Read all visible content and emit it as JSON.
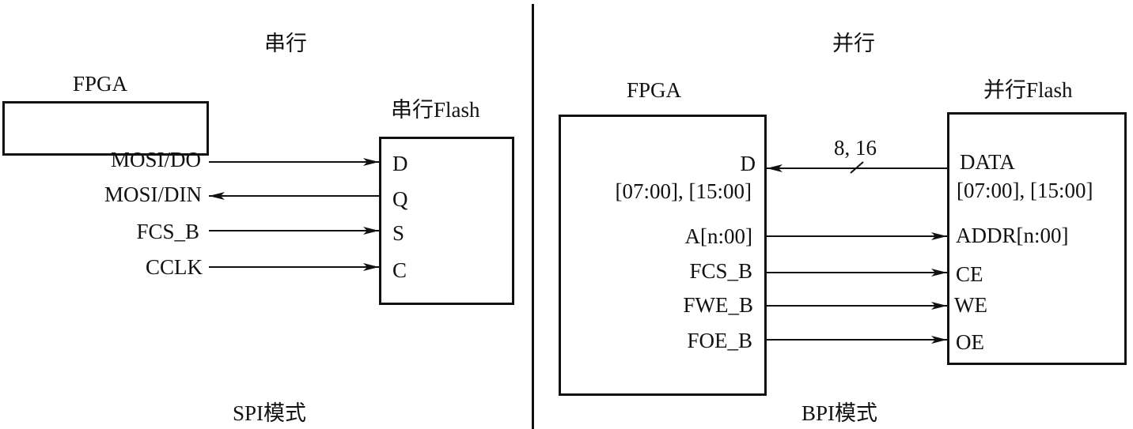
{
  "spi": {
    "heading": "串行",
    "fpga_label": "FPGA",
    "flash_label": "串行Flash",
    "caption": "SPI模式",
    "fpga_pins": [
      "MOSI/DO",
      "MOSI/DIN",
      "FCS_B",
      "CCLK"
    ],
    "flash_pins": [
      "D",
      "Q",
      "S",
      "C"
    ],
    "signals": [
      {
        "from": "MOSI/DO",
        "to": "D",
        "direction": "fpga-to-flash"
      },
      {
        "from": "Q",
        "to": "MOSI/DIN",
        "direction": "flash-to-fpga"
      },
      {
        "from": "FCS_B",
        "to": "S",
        "direction": "fpga-to-flash"
      },
      {
        "from": "CCLK",
        "to": "C",
        "direction": "fpga-to-flash"
      }
    ]
  },
  "bpi": {
    "heading": "并行",
    "fpga_label": "FPGA",
    "flash_label": "并行Flash",
    "caption": "BPI模式",
    "fpga_data_pin": "D",
    "fpga_data_range": "[07:00], [15:00]",
    "flash_data_pin": "DATA",
    "flash_data_range": "[07:00], [15:00]",
    "bus_width_label": "8, 16",
    "fpga_pins": [
      "A[n:00]",
      "FCS_B",
      "FWE_B",
      "FOE_B"
    ],
    "flash_pins": [
      "ADDR[n:00]",
      "CE",
      "WE",
      "OE"
    ],
    "signals": [
      {
        "from": "DATA",
        "to": "D",
        "direction": "flash-to-fpga",
        "bus": "8, 16"
      },
      {
        "from": "A[n:00]",
        "to": "ADDR[n:00]",
        "direction": "fpga-to-flash"
      },
      {
        "from": "FCS_B",
        "to": "CE",
        "direction": "fpga-to-flash"
      },
      {
        "from": "FWE_B",
        "to": "WE",
        "direction": "fpga-to-flash"
      },
      {
        "from": "FOE_B",
        "to": "OE",
        "direction": "fpga-to-flash"
      }
    ]
  }
}
